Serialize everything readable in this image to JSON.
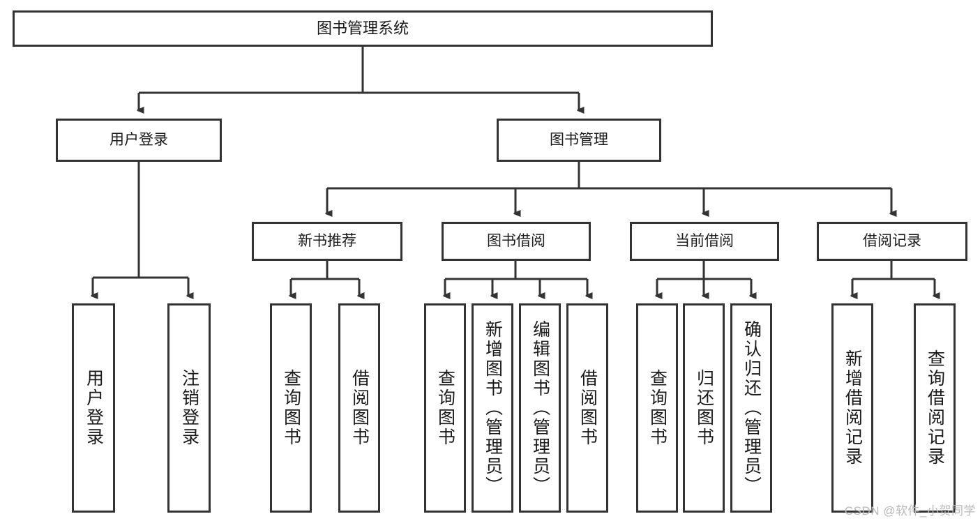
{
  "diagram": {
    "title": "图书管理系统",
    "type": "tree-hierarchy-chart",
    "colors": {
      "border": "#333333",
      "fill": "#ffffff",
      "text": "#1a1a1a",
      "watermark": "#b9b9b9"
    },
    "levels": {
      "root": {
        "label": "图书管理系统"
      },
      "level2": [
        {
          "label": "用户登录"
        },
        {
          "label": "图书管理"
        }
      ],
      "level3": [
        {
          "label": "新书推荐"
        },
        {
          "label": "图书借阅"
        },
        {
          "label": "当前借阅"
        },
        {
          "label": "借阅记录"
        }
      ],
      "leaves_user_login": [
        {
          "label": "用户登录"
        },
        {
          "label": "注销登录"
        }
      ],
      "leaves_new_book": [
        {
          "label": "查询图书"
        },
        {
          "label": "借阅图书"
        }
      ],
      "leaves_borrow": [
        {
          "label": "查询图书"
        },
        {
          "label": "新增图书（管理员）"
        },
        {
          "label": "编辑图书（管理员）"
        },
        {
          "label": "借阅图书"
        }
      ],
      "leaves_current": [
        {
          "label": "查询图书"
        },
        {
          "label": "归还图书"
        },
        {
          "label": "确认归还（管理员）"
        }
      ],
      "leaves_records": [
        {
          "label": "新增借阅记录"
        },
        {
          "label": "查询借阅记录"
        }
      ]
    }
  },
  "watermark": {
    "text": "CSDN @软件_小贺同学"
  }
}
